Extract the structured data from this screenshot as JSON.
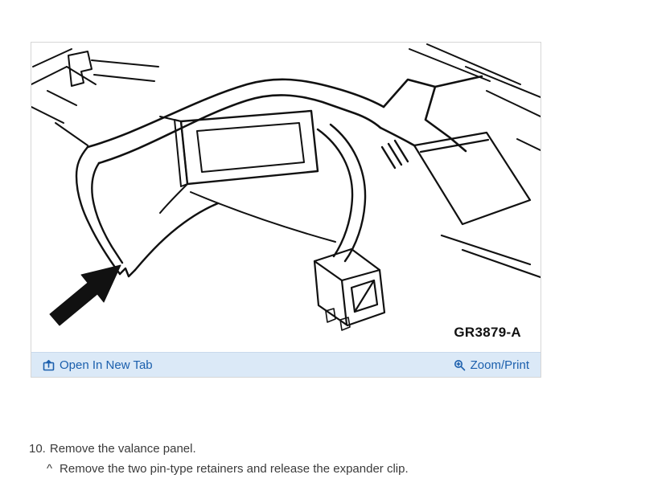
{
  "figure": {
    "code": "GR3879-A",
    "description": "Line-art diagram of rear valance panel area with wiring harness connector and arrow pointing to retainer location"
  },
  "toolbar": {
    "open_in_new_tab": "Open In New Tab",
    "zoom_print": "Zoom/Print"
  },
  "instructions": {
    "step_number": "10.",
    "step_text": "Remove the valance panel.",
    "substep_marker": "^",
    "substep_text": "Remove the two pin-type retainers and release the expander clip."
  },
  "icons": {
    "open_in_new_tab": "open-in-new-tab-icon",
    "zoom": "zoom-magnifier-icon"
  },
  "colors": {
    "link": "#1b5fad",
    "toolbar_bg": "#dbe9f7",
    "card_border": "#d6d6d6",
    "text": "#3b3b3b",
    "line_art": "#111111"
  }
}
